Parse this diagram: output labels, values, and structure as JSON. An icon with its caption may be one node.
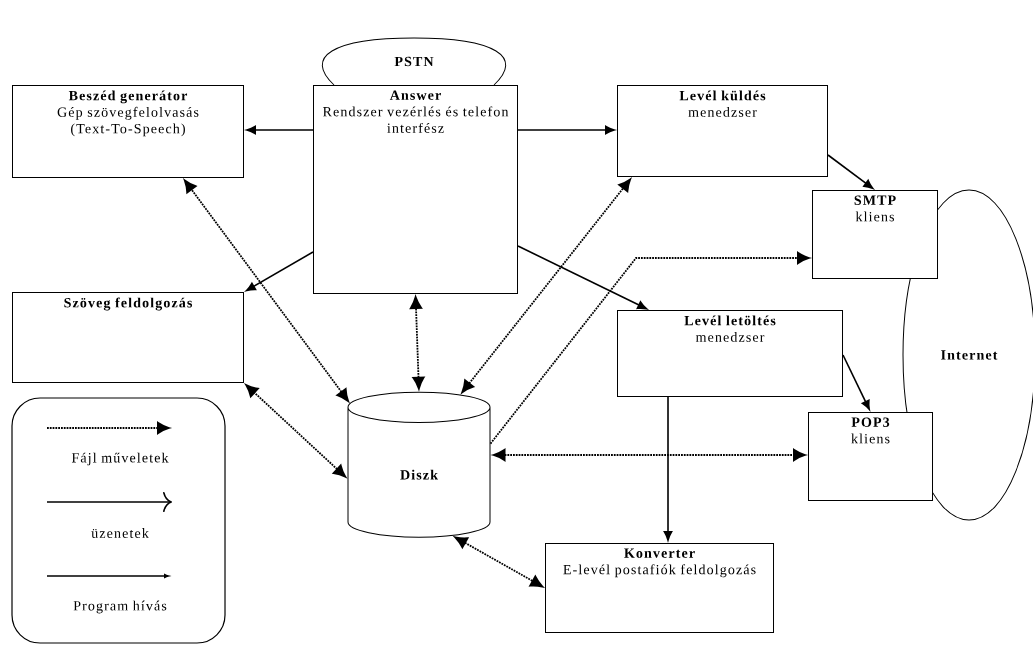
{
  "diagram": {
    "nodes": [
      {
        "text": [
          "PSTN"
        ]
      },
      {
        "text": [
          "Beszéd generátor",
          "Gép szövegfelolvasás (Text-To-Speech)"
        ]
      },
      {
        "text": [
          "Answer",
          "Rendszer vezérlés és telefon interfész"
        ]
      },
      {
        "text": [
          "Levél küldés",
          "menedzser"
        ]
      },
      {
        "text": [
          "SMTP",
          "kliens"
        ]
      },
      {
        "text": [
          "Szöveg feldolgozás"
        ]
      },
      {
        "text": [
          "Levél letöltés",
          "menedzser"
        ]
      },
      {
        "text": [
          "Internet"
        ]
      },
      {
        "text": [
          "Diszk"
        ]
      },
      {
        "text": [
          "POP3",
          "kliens"
        ]
      },
      {
        "text": [
          "Konverter",
          "E-levél postafiók feldolgozás"
        ]
      }
    ],
    "edges": [
      {
        "from": 2,
        "to": 1,
        "arrow": "to"
      },
      {
        "from": 2,
        "to": 3,
        "arrow": "to"
      },
      {
        "from": 2,
        "to": 5,
        "arrow": "to"
      },
      {
        "from": 2,
        "to": 6,
        "arrow": "to"
      },
      {
        "from": 3,
        "to": 4,
        "arrow": "to"
      },
      {
        "from": 6,
        "to": 9,
        "arrow": "to"
      },
      {
        "from": 6,
        "to": 10,
        "arrow": "to"
      },
      {
        "from": 8,
        "to": 1,
        "arrow": "both",
        "style": "dashed"
      },
      {
        "from": 8,
        "to": 2,
        "arrow": "both",
        "style": "dashed"
      },
      {
        "from": 8,
        "to": 3,
        "arrow": "both",
        "style": "dashed"
      },
      {
        "from": 8,
        "to": 4,
        "arrow": "to",
        "style": "dashed"
      },
      {
        "from": 8,
        "to": 5,
        "arrow": "both",
        "style": "dashed"
      },
      {
        "from": 8,
        "to": 9,
        "arrow": "both",
        "style": "dashed"
      },
      {
        "from": 8,
        "to": 10,
        "arrow": "both",
        "style": "dashed"
      }
    ],
    "legend": [
      {
        "text": "Fájl műveletek"
      },
      {
        "text": "üzenetek"
      },
      {
        "text": "Program hívás"
      }
    ]
  }
}
